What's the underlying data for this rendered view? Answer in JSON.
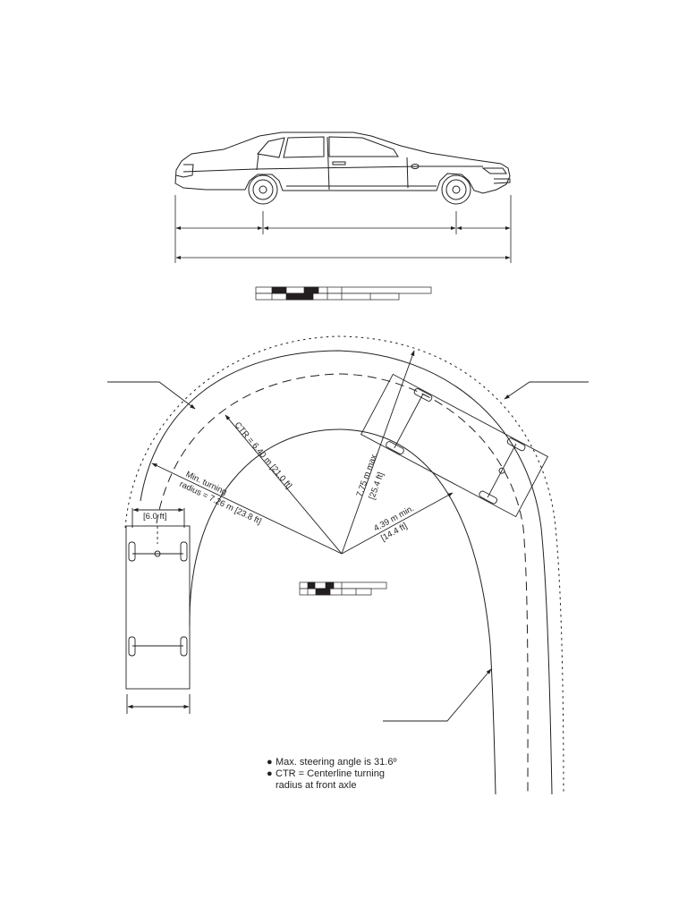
{
  "labels": {
    "width_dim": "[6.0 ft]",
    "ctr": "CTR = 6.40 m [21.0 ft]",
    "min_turning_1": "Min. turning",
    "min_turning_2": "radius = 7.26 m [23.8 ft]",
    "max_dim_1": "7.75 m max.",
    "max_dim_2": "[25.4 ft]",
    "min_dim_1": "4.39 m min.",
    "min_dim_2": "[14.4 ft]"
  },
  "notes": [
    {
      "bullet": "●",
      "lines": [
        "Max. steering angle is 31.6º"
      ]
    },
    {
      "bullet": "●",
      "lines": [
        "CTR = Centerline turning",
        "radius at front axle"
      ]
    }
  ],
  "colors": {
    "ink": "#231f20",
    "paper": "#ffffff"
  }
}
